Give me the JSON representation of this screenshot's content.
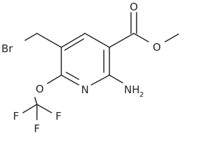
{
  "molecule": {
    "atoms": {
      "br": "Br",
      "n_ring": "N",
      "nh2": {
        "element": "N",
        "hydrogen": "H",
        "count": "2"
      },
      "o_carbonyl": "O",
      "o_ester": "O",
      "o_ether": "O",
      "f_left": "F",
      "f_bottom": "F",
      "f_right": "F"
    }
  },
  "colors": {
    "ink": "#262626",
    "background": "#ffffff"
  }
}
